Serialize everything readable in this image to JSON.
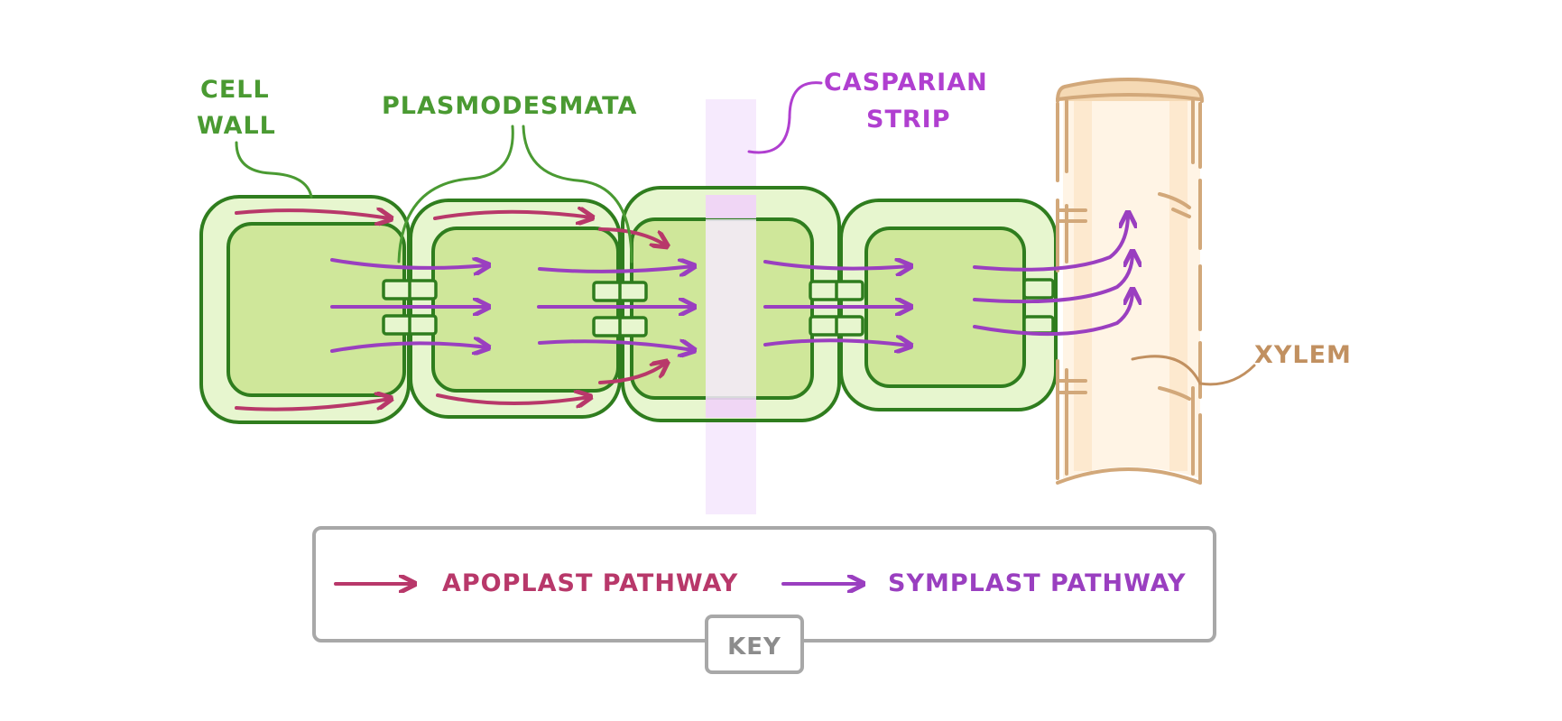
{
  "labels": {
    "cell_wall_line1": "CELL",
    "cell_wall_line2": "WALL",
    "plasmodesmata": "PLASMODESMATA",
    "casparian_line1": "CASPARIAN",
    "casparian_line2": "STRIP",
    "xylem": "XYLEM"
  },
  "key": {
    "title": "KEY",
    "apoplast": "APOPLAST PATHWAY",
    "symplast": "SYMPLAST PATHWAY"
  },
  "colors": {
    "cell_wall_stroke": "#2f7d1e",
    "cell_wall_fill": "#e7f6cf",
    "cytoplasm_fill": "#cfe79a",
    "label_green": "#4a9a32",
    "apoplast": "#b8386a",
    "symplast": "#9a3fc0",
    "casparian": "#f1d3f8",
    "casparian_label": "#b03fd0",
    "xylem_stroke": "#d2a87a",
    "xylem_fill": "#fff4e5",
    "xylem_label": "#c19060",
    "key_border": "#a8a8a8",
    "key_label": "#8c8c8c"
  }
}
